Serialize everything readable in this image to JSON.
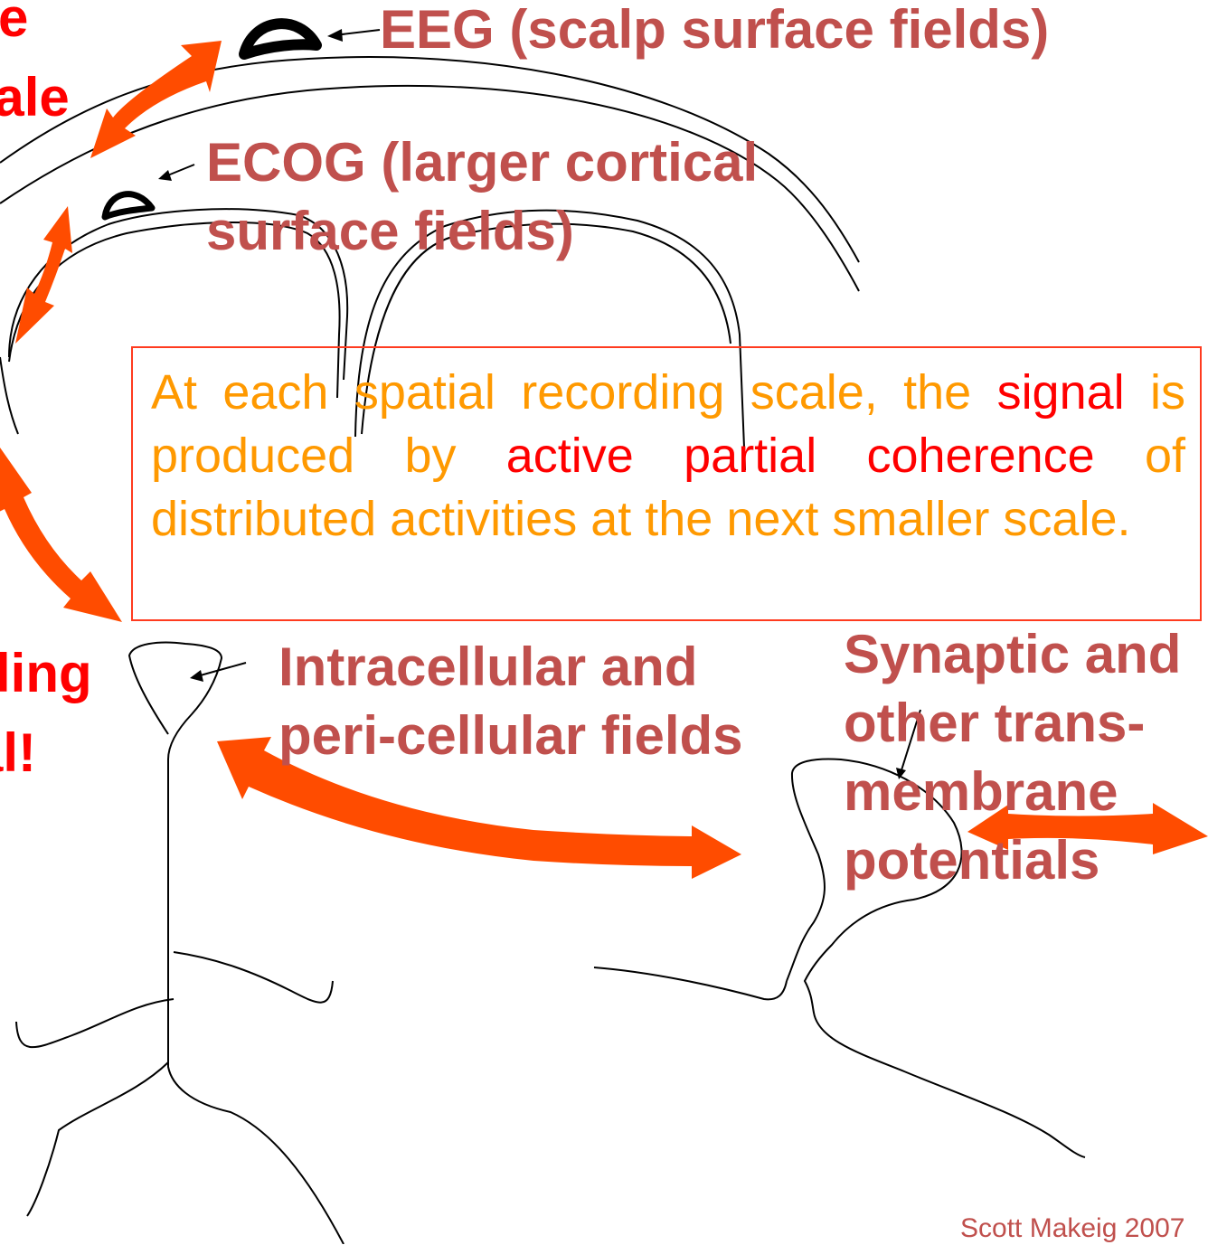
{
  "labels": {
    "eeg": "EEG (scalp surface fields)",
    "ecog_line1": "ECOG (larger cortical",
    "ecog_line2": "surface fields)",
    "intracellular_line1": "Intracellular and",
    "intracellular_line2": "peri-cellular fields",
    "synaptic_line1": "Synaptic and",
    "synaptic_line2": "other trans-",
    "synaptic_line3": "membrane",
    "synaptic_line4": "potentials"
  },
  "left_fragments": {
    "frag_e": "e",
    "frag_scale": "cale",
    "frag_ling": "ling",
    "frag_al": "al!"
  },
  "callout": {
    "part1": "At each spatial recording scale, the ",
    "signal": "signal",
    "part2": " is produced by ",
    "active": "active",
    "space1": " ",
    "partial": "partial",
    "space2": " ",
    "coherence": "coherence",
    "part3": " of distributed activities at the next smaller scale."
  },
  "credit": "Scott Makeig 2007",
  "colors": {
    "label_text": "#c0504d",
    "emphasis_red": "#ff0000",
    "callout_text": "#ff9900",
    "callout_border": "#ff3b1f",
    "arrow_fill": "#ff4c00"
  }
}
